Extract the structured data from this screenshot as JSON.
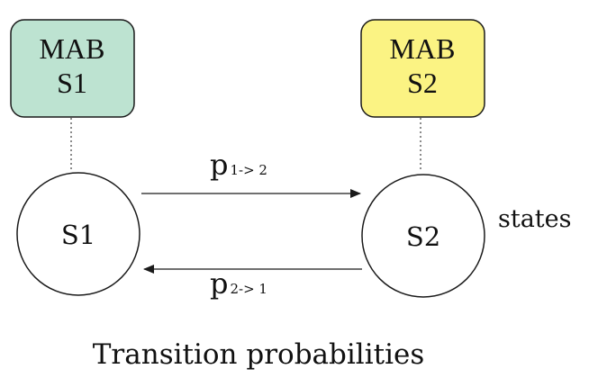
{
  "mab_boxes": [
    {
      "line1": "MAB",
      "line2": "S1",
      "fill": "#bde3d1"
    },
    {
      "line1": "MAB",
      "line2": "S2",
      "fill": "#fbf383"
    }
  ],
  "states": [
    {
      "label": "S1"
    },
    {
      "label": "S2"
    }
  ],
  "transitions": {
    "forward": {
      "base": "p",
      "sub": "1-> 2"
    },
    "backward": {
      "base": "p",
      "sub": "2-> 1"
    }
  },
  "states_label": "states",
  "caption": "Transition probabilities",
  "colors": {
    "stroke": "#1a1a1a",
    "text": "#111111"
  }
}
